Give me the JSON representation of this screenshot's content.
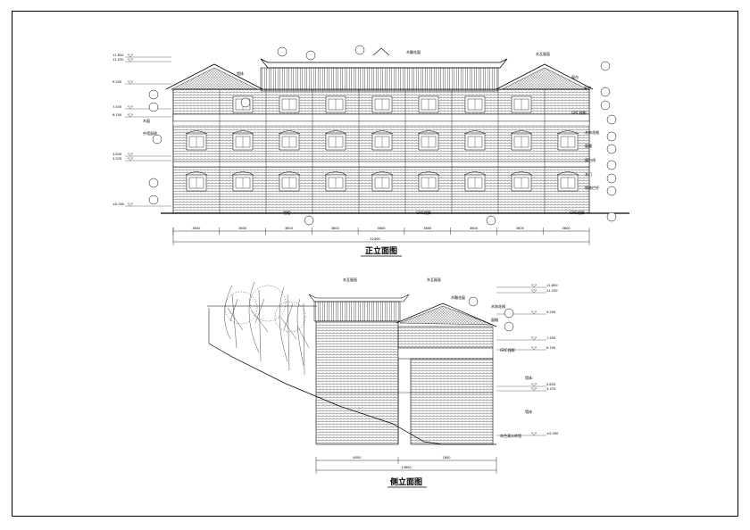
{
  "front": {
    "title": "正立面图",
    "levels": [
      "11.850",
      "11.250",
      "9.500",
      "7.450",
      "6.700",
      "3.820",
      "3.370",
      "±0.000"
    ],
    "dims": [
      "3600",
      "3600",
      "3600",
      "3600",
      "3600",
      "3600",
      "3600",
      "3600",
      "3600"
    ],
    "total": "32400",
    "notes": [
      "灰瓦屋面",
      "墙体",
      "木雕花窗",
      "窗台",
      "灰砖",
      "GRC线脚",
      "木饰花格",
      "窗楣",
      "窗台线",
      "木门",
      "铸铁栏杆",
      "木窗",
      "外墙面砖",
      "墙帽",
      "GRC线脚",
      "GRC线脚"
    ]
  },
  "side": {
    "title": "侧立面图",
    "levels": [
      "11.850",
      "11.250",
      "9.500",
      "7.450",
      "6.700",
      "3.820",
      "3.370",
      "±0.000"
    ],
    "dims": [
      "6000",
      "7800"
    ],
    "total": "13800",
    "notes": [
      "灰瓦屋面",
      "灰瓦屋面",
      "木雕花窗",
      "木饰花格",
      "窗楣",
      "GRC线脚",
      "墙体",
      "墙体",
      "灰色清水砖墙"
    ]
  },
  "colors": {
    "ink": "#000000",
    "paper": "#ffffff"
  }
}
